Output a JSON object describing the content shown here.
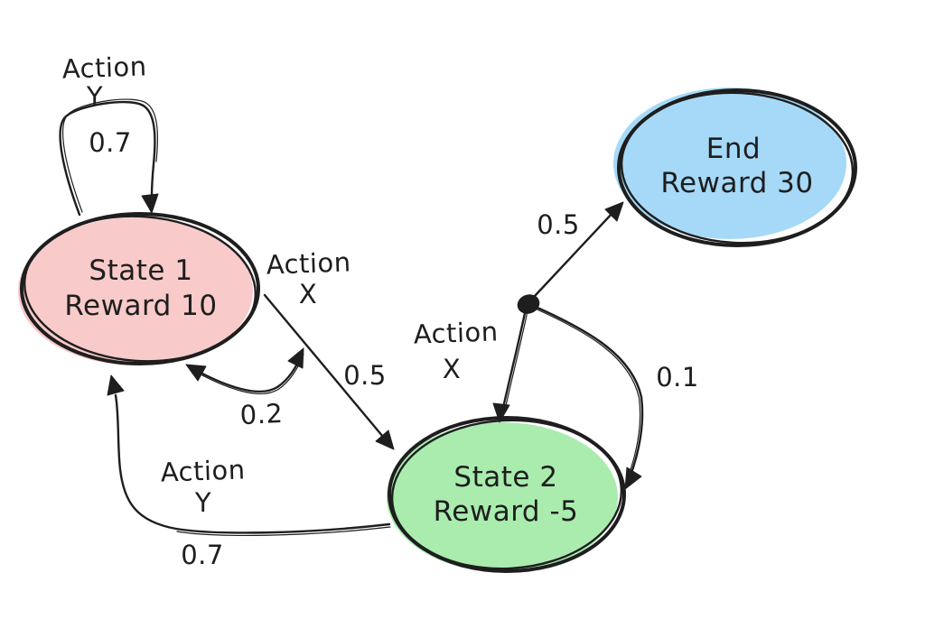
{
  "diagram": {
    "type": "mdp-state-transition-diagram",
    "background_color": "#ffffff",
    "ink_color": "#1e1e1e",
    "nodes": {
      "state1": {
        "title": "State 1",
        "reward": "Reward 10",
        "fill": "#f9caca"
      },
      "state2": {
        "title": "State 2",
        "reward": "Reward -5",
        "fill": "#a9ecae"
      },
      "end": {
        "title": "End",
        "reward": "Reward 30",
        "fill": "#a6d9f8"
      }
    },
    "edges": {
      "state1_self_loop": {
        "from": "state1",
        "to": "state1",
        "action": "Action",
        "action_key": "Y",
        "probability": "0.7"
      },
      "state1_to_state2": {
        "from": "state1",
        "to": "state2",
        "action": "Action",
        "action_key": "X",
        "probability": "0.5"
      },
      "return_to_state1_x": {
        "from": "state1_to_state2_edge",
        "to": "state1",
        "probability": "0.2"
      },
      "state2_action_x": {
        "from": "state2",
        "to": "junction",
        "action": "Action",
        "action_key": "X"
      },
      "junction_to_end": {
        "from": "junction",
        "to": "end",
        "probability": "0.5"
      },
      "junction_to_state2": {
        "from": "junction",
        "to": "state2",
        "probability": "0.1"
      },
      "state2_to_state1_y": {
        "from": "state2",
        "to": "state1",
        "action": "Action",
        "action_key": "Y",
        "probability": "0.7"
      }
    }
  }
}
